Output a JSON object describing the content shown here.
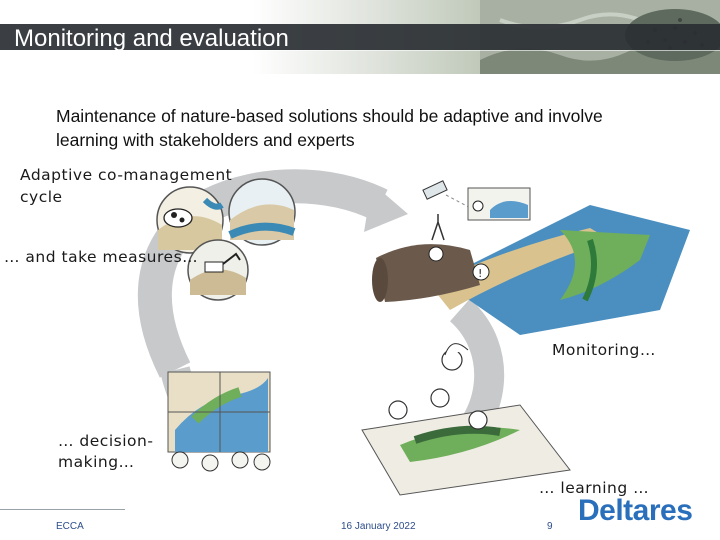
{
  "header": {
    "title": "Monitoring and evaluation"
  },
  "intro": {
    "text": "Maintenance of nature-based solutions should be adaptive and involve learning with stakeholders and experts"
  },
  "diagram": {
    "cycle_label": "Adaptive co-management\ncycle",
    "stage_measures": "… and take measures…",
    "stage_monitoring": "Monitoring…",
    "stage_decision": "… decision-\nmaking…",
    "stage_learning": "… learning …"
  },
  "footer": {
    "left": "ECCA",
    "date": "16 January 2022",
    "page": "9",
    "logo": "Deltares"
  },
  "colors": {
    "title_bar": "#2a2f33",
    "logo": "#2a6fbb",
    "footer_text": "#2d4d8a",
    "arrow": "#c7c9cb"
  }
}
